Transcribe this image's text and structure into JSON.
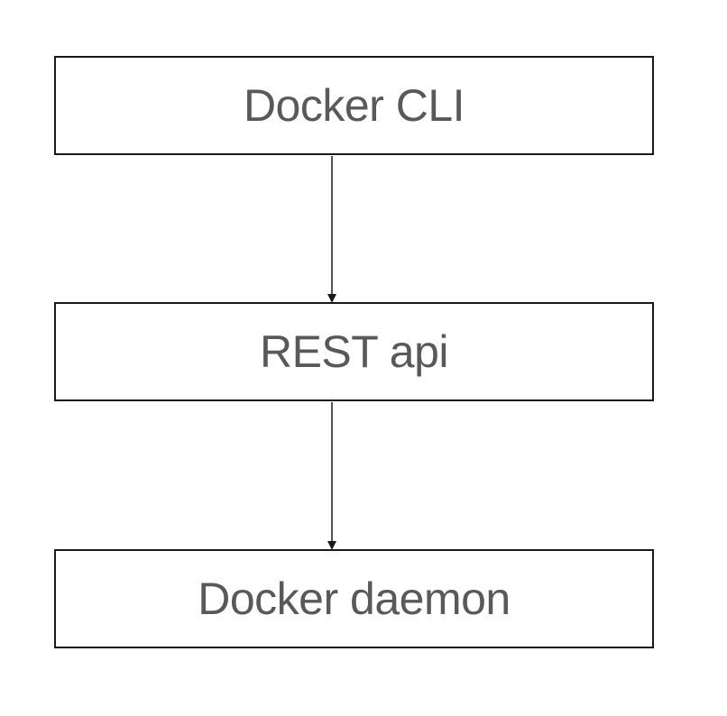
{
  "diagram": {
    "nodes": [
      {
        "id": "docker-cli",
        "label": "Docker CLI"
      },
      {
        "id": "rest-api",
        "label": "REST api"
      },
      {
        "id": "docker-daemon",
        "label": "Docker daemon"
      }
    ],
    "edges": [
      {
        "from": "docker-cli",
        "to": "rest-api"
      },
      {
        "from": "rest-api",
        "to": "docker-daemon"
      }
    ],
    "colors": {
      "border": "#1a1a1a",
      "text": "#595959",
      "arrow": "#1a1a1a",
      "background": "#ffffff"
    }
  }
}
